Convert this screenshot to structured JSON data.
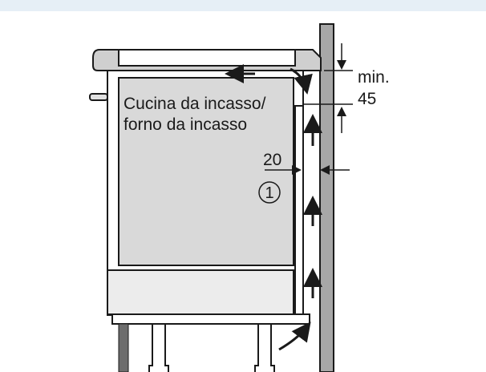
{
  "diagram": {
    "appliance_label_line1": "Cucina da incasso/",
    "appliance_label_line2": "forno da incasso",
    "gap_value": "20",
    "min_label": "min.",
    "min_value": "45",
    "callout_number": "1"
  },
  "colors": {
    "header_band": "#e6eff6",
    "wall": "#a7a7a7",
    "appliance_fill": "#d9d9d9",
    "panel_fill": "#dcdcdc",
    "leg_dark": "#6d6d6d",
    "stroke": "#1a1a1a"
  }
}
